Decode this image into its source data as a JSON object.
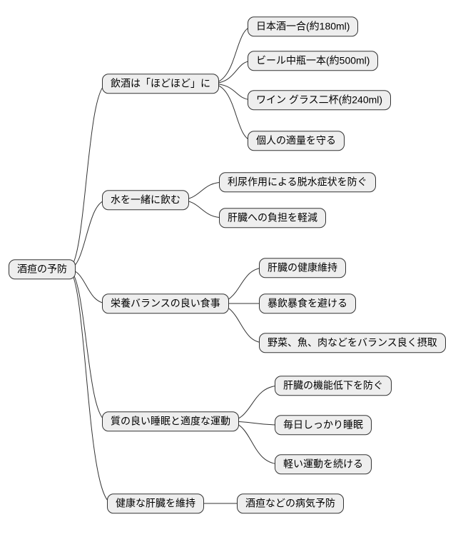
{
  "diagram": {
    "type": "mindmap",
    "colors": {
      "background": "#ffffff",
      "node_fill": "#eeeeee",
      "node_border": "#333333",
      "edge": "#333333"
    },
    "root": {
      "label": "酒疸の予防"
    },
    "branches": [
      {
        "label": "飲酒は「ほどほど」に",
        "children": [
          "日本酒一合(約180ml)",
          "ビール中瓶一本(約500ml)",
          "ワイン グラス二杯(約240ml)",
          "個人の適量を守る"
        ]
      },
      {
        "label": "水を一緒に飲む",
        "children": [
          "利尿作用による脱水症状を防ぐ",
          "肝臓への負担を軽減"
        ]
      },
      {
        "label": "栄養バランスの良い食事",
        "children": [
          "肝臓の健康維持",
          "暴飲暴食を避ける",
          "野菜、魚、肉などをバランス良く摂取"
        ]
      },
      {
        "label": "質の良い睡眠と適度な運動",
        "children": [
          "肝臓の機能低下を防ぐ",
          "毎日しっかり睡眠",
          "軽い運動を続ける"
        ]
      },
      {
        "label": "健康な肝臓を維持",
        "children": [
          "酒疸などの病気予防"
        ]
      }
    ]
  }
}
